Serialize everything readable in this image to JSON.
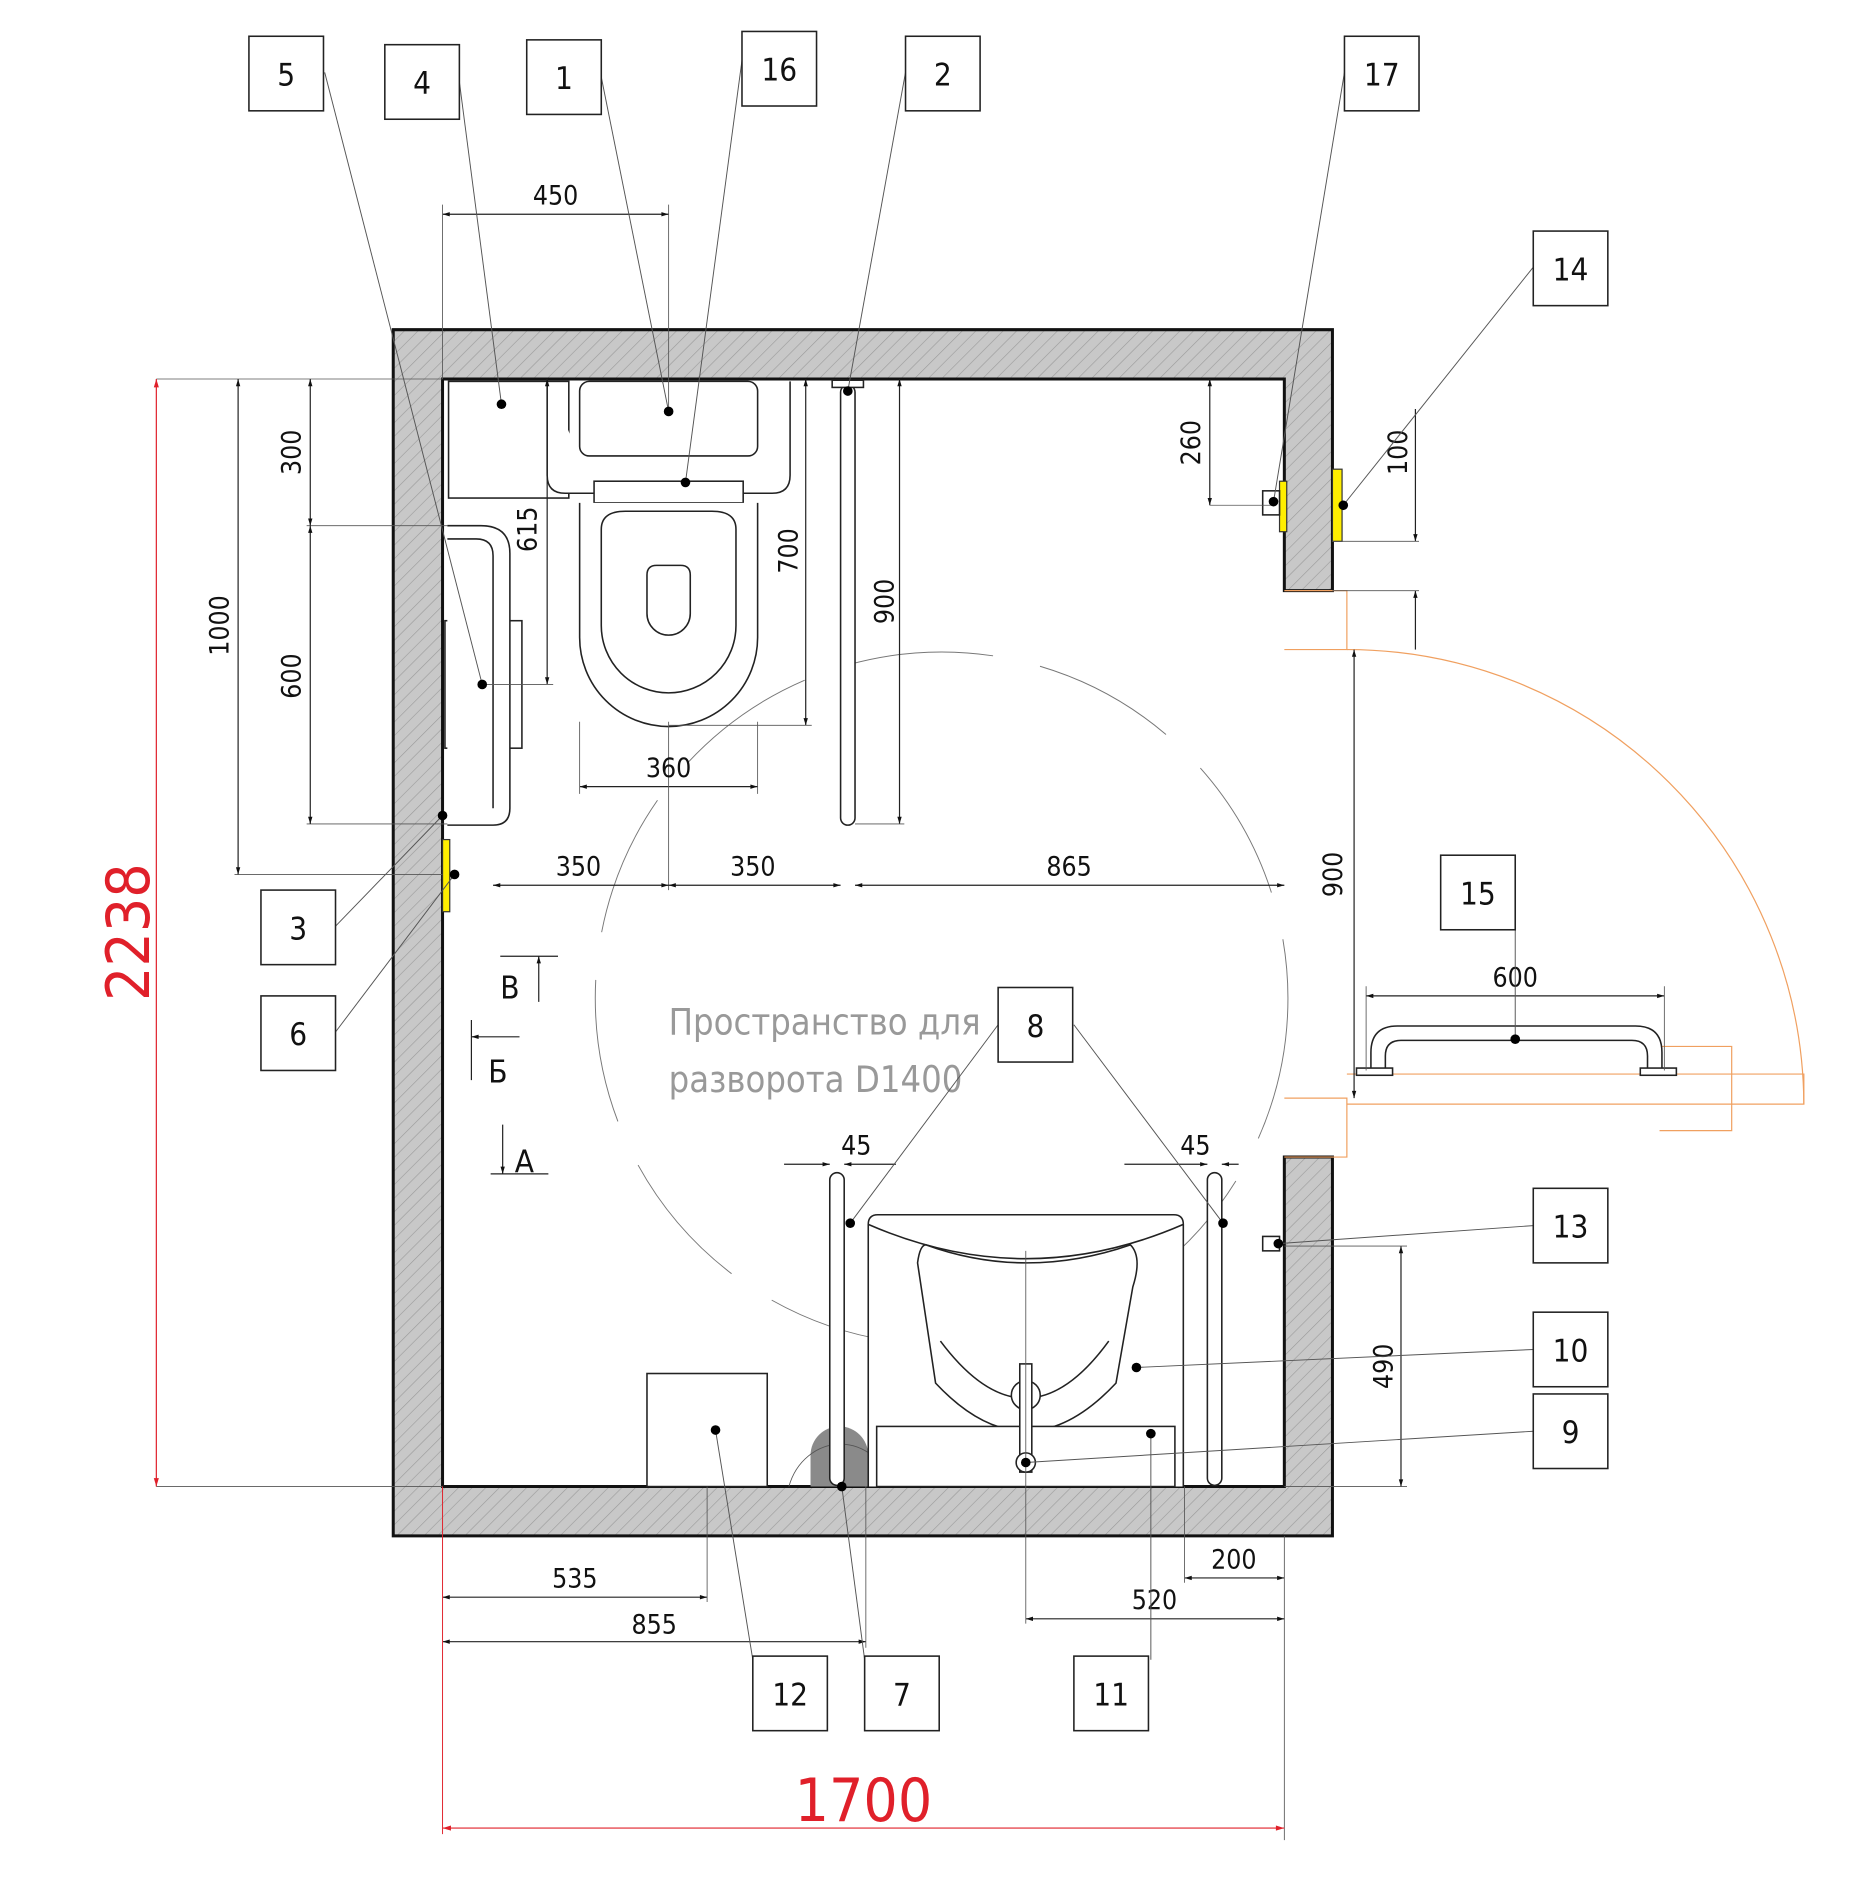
{
  "title": "Пространство для разворота D1400",
  "turning_space": {
    "line1": "Пространство для",
    "line2": "разворота D1400"
  },
  "callouts": [
    "1",
    "2",
    "3",
    "4",
    "5",
    "6",
    "7",
    "8",
    "9",
    "10",
    "11",
    "12",
    "13",
    "14",
    "15",
    "16",
    "17"
  ],
  "dimensions": {
    "top_450": "450",
    "v_300": "300",
    "v_1000": "1000",
    "v_600": "600",
    "v_615": "615",
    "v_700": "700",
    "v_900_rail": "900",
    "w_360": "360",
    "h_350_a": "350",
    "h_350_b": "350",
    "h_865": "865",
    "v_260": "260",
    "v_100": "100",
    "v_900_door": "900",
    "h_600": "600",
    "h_45_a": "45",
    "h_45_b": "45",
    "v_490": "490",
    "h_535": "535",
    "h_855": "855",
    "h_200": "200",
    "h_520": "520"
  },
  "overall": {
    "height": "2238",
    "width": "1700"
  },
  "sections": {
    "b": "В",
    "be": "Б",
    "a": "А"
  },
  "colors": {
    "wall": "#c8c8c8",
    "overall_dim": "#e0202a",
    "door": "#f0a060",
    "sensor": "#ffee00"
  }
}
